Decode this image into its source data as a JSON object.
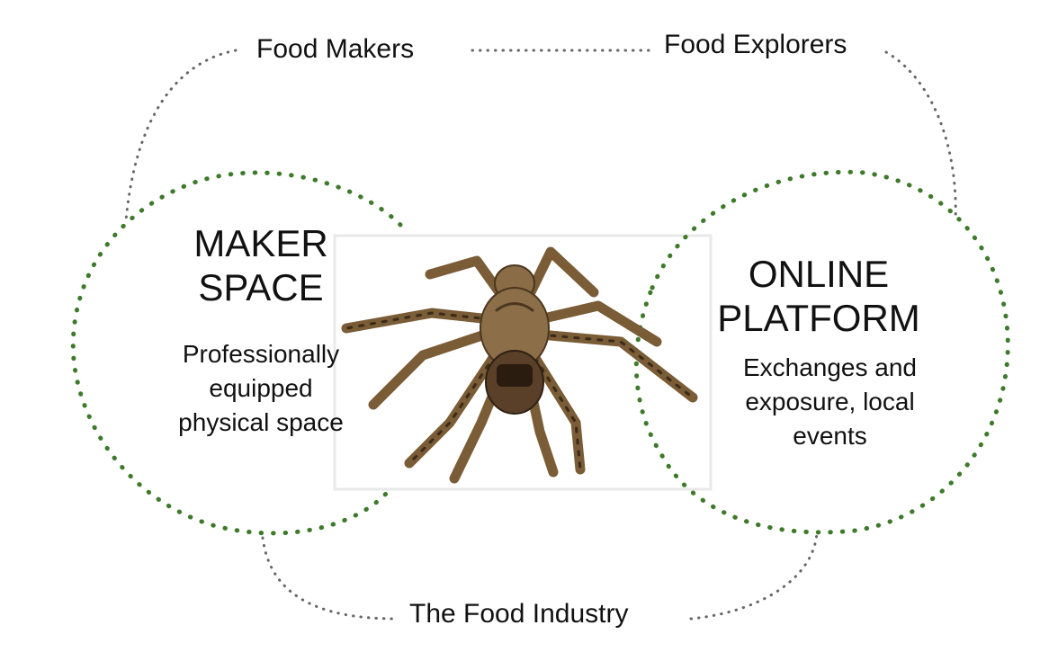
{
  "diagram": {
    "outer_labels": {
      "top_left": "Food Makers",
      "top_right": "Food Explorers",
      "bottom": "The Food Industry"
    },
    "maker_space": {
      "title_line1": "MAKER",
      "title_line2": "SPACE",
      "desc_line1": "Professionally",
      "desc_line2": "equipped",
      "desc_line3": "physical space"
    },
    "online_platform": {
      "title_line1": "ONLINE",
      "title_line2": "PLATFORM",
      "desc_line1": "Exchanges and",
      "desc_line2": "exposure, local",
      "desc_line3": "events"
    },
    "center_image": "spider",
    "colors": {
      "green_dots": "#3d7a2a",
      "grey_dots": "#666666"
    }
  }
}
